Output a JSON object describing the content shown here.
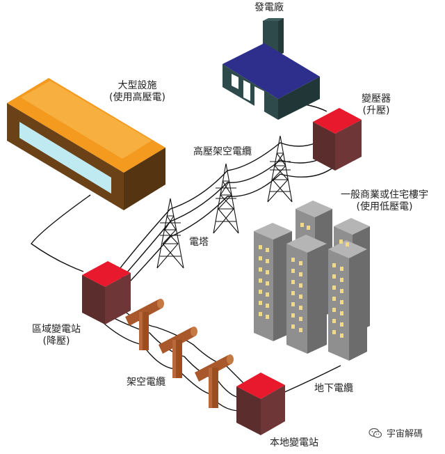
{
  "labels": {
    "power_plant": "發電廠",
    "transformer_step_up_1": "變壓器",
    "transformer_step_up_2": "(升壓)",
    "large_facility_1": "大型設施",
    "large_facility_2": "(使用高壓電)",
    "hv_cable": "高壓架空電纜",
    "tower": "電塔",
    "buildings_1": "一般商業或住宅樓宇",
    "buildings_2": "(使用低壓電)",
    "regional_substation_1": "區域變電站",
    "regional_substation_2": "(降壓)",
    "overhead_cable": "架空電纜",
    "underground_cable": "地下電纜",
    "local_substation": "本地變電站"
  },
  "watermark": "宇宙解碼",
  "icons": [
    "wechat-icon"
  ],
  "colors": {
    "plant_roof": "#2e2e8c",
    "plant_wall": "#2f4a4a",
    "box_top": "#e8192c",
    "box_side": "#5c2d2d",
    "facility_top": "#f39a1f",
    "facility_side": "#6b4218",
    "window": "#bfeaf2",
    "building": "#8f8f8f",
    "pole": "#9a4e22"
  }
}
